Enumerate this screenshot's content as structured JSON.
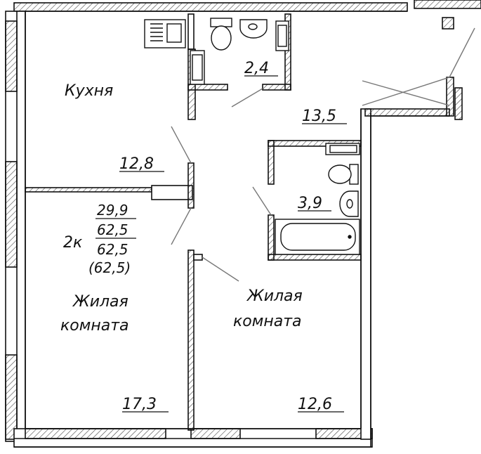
{
  "rooms": {
    "kitchen": {
      "name": "Кухня",
      "area": "12,8"
    },
    "wc_small": {
      "area": "2,4"
    },
    "hall": {
      "area": "13,5"
    },
    "bath": {
      "area": "3,9"
    },
    "living_left": {
      "name_line1": "Жилая",
      "name_line2": "комната",
      "area": "17,3"
    },
    "living_right": {
      "name_line1": "Жилая",
      "name_line2": "комната",
      "area": "12,6"
    }
  },
  "summary": {
    "rooms_count": "2к",
    "living_area": "29,9",
    "total_area": "62,5",
    "total_area_2": "62,5",
    "total_area_balcony": "(62,5)"
  },
  "colors": {
    "line": "#111111",
    "hatch": "#444444",
    "fill": "#ffffff"
  }
}
